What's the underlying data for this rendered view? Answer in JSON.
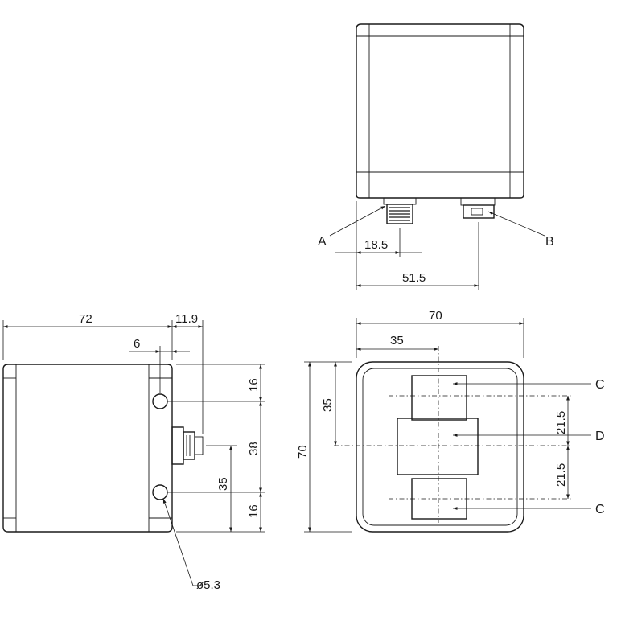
{
  "dimensions": {
    "top_view": {
      "d18_5": "18.5",
      "d51_5": "51.5"
    },
    "side_view": {
      "d72": "72",
      "d11_9": "11.9",
      "d6": "6",
      "d16_top": "16",
      "d38": "38",
      "d35": "35",
      "d16_bottom": "16",
      "hole_dia": "ø5.3"
    },
    "front_view": {
      "d70_width": "70",
      "d35_width": "35",
      "d35_height": "35",
      "d70_height": "70",
      "d21_5_upper": "21.5",
      "d21_5_lower": "21.5"
    }
  },
  "callouts": {
    "a": "A",
    "b": "B",
    "c_top": "C",
    "d": "D",
    "c_bottom": "C"
  }
}
